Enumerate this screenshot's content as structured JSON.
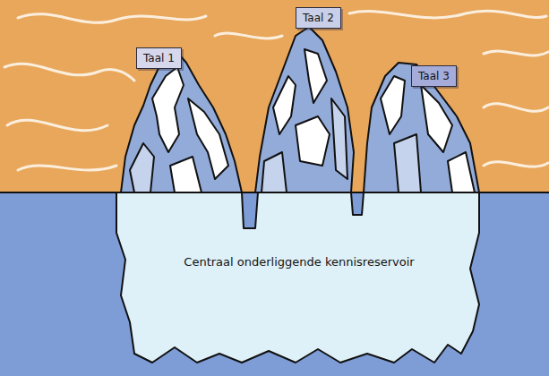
{
  "diagram": {
    "nodes": [
      {
        "text": [
          "Taal 1"
        ]
      },
      {
        "text": [
          "Taal 2"
        ]
      },
      {
        "text": [
          "Taal 3"
        ]
      },
      {
        "text": [
          "Centraal onderliggende kennisreservoir"
        ]
      }
    ]
  }
}
